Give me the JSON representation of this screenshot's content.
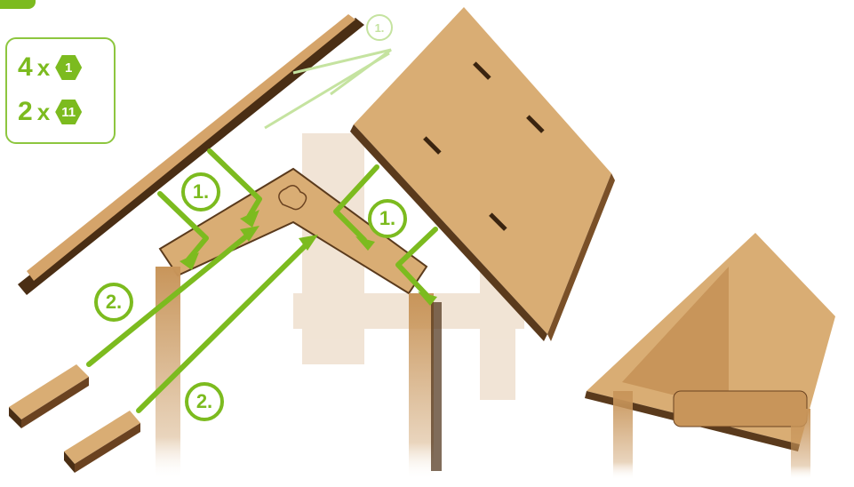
{
  "parts_list": {
    "rows": [
      {
        "count": "4",
        "times": "x",
        "part_number": "1"
      },
      {
        "count": "2",
        "times": "x",
        "part_number": "11"
      }
    ]
  },
  "step_labels": {
    "step1": "1.",
    "step2": "2."
  },
  "colors": {
    "accent_green": "#7cbb1f",
    "wood_face": "#d9ad74",
    "wood_edge": "#5a3a1c"
  }
}
